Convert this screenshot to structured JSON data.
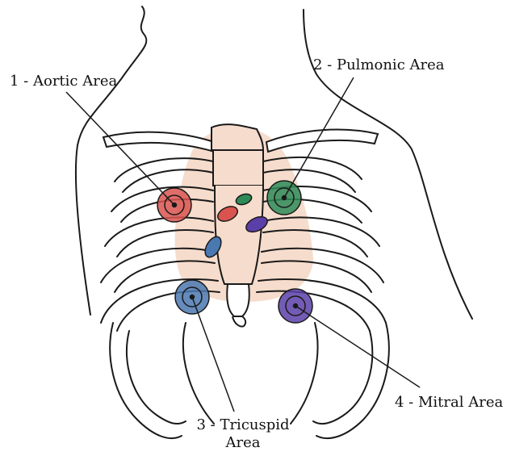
{
  "labels": {
    "aortic": "1 - Aortic Area",
    "pulmonic": "2 - Pulmonic Area",
    "tricuspid_line1": "3 - Tricuspid",
    "tricuspid_line2": "Area",
    "mitral": "4 - Mitral Area"
  },
  "colors": {
    "outline": "#1a1a1a",
    "heart": "#f6dccc",
    "aortic": "#d9534f",
    "pulmonic": "#2e8b57",
    "tricuspid": "#4a78b0",
    "mitral": "#5b3fa8"
  }
}
